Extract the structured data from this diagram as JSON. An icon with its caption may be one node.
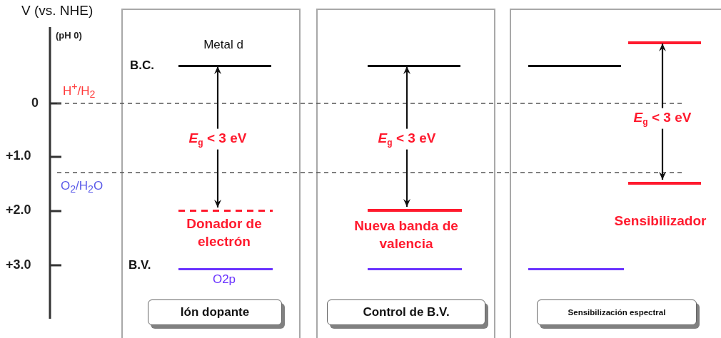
{
  "diagram": {
    "nodes": [
      {
        "text": [],
        "shape": "box"
      },
      {
        "text": [
          "Ión dopante"
        ],
        "in": 0
      },
      {
        "text": [],
        "shape": "bar",
        "in": 0,
        "beside": [
          "Metal d"
        ]
      },
      {
        "text": [],
        "shape": "bar",
        "in": 0,
        "beside": [
          "Donador de electrón"
        ]
      },
      {
        "text": [],
        "shape": "bar",
        "in": 0,
        "beside": [
          "O2p"
        ]
      },
      {
        "text": [],
        "shape": "box"
      },
      {
        "text": [
          "Control de B.V."
        ],
        "in": 5
      },
      {
        "text": [],
        "shape": "bar",
        "in": 5
      },
      {
        "text": [],
        "shape": "bar",
        "in": 5,
        "beside": [
          "Nueva banda de valencia"
        ]
      },
      {
        "text": [],
        "shape": "bar",
        "in": 5
      },
      {
        "text": [],
        "shape": "box"
      },
      {
        "text": [
          "Sensibilización espectral"
        ],
        "in": 10
      },
      {
        "text": [],
        "shape": "bar",
        "in": 10
      },
      {
        "text": [],
        "shape": "bar",
        "in": 10
      },
      {
        "text": [],
        "shape": "bar",
        "in": 10,
        "beside": [
          "Sensibilizador"
        ]
      },
      {
        "text": [],
        "shape": "bar",
        "in": 10
      }
    ],
    "edges": [
      {
        "from": 2,
        "to": 3,
        "arrow": "both",
        "label": "*E*$_{g}$ < 3 eV"
      },
      {
        "from": 7,
        "to": 8,
        "arrow": "both",
        "label": "*E*$_{g}$ < 3 eV"
      },
      {
        "from": 13,
        "to": 14,
        "arrow": "both",
        "label": "*E*$_{g}$ < 3 eV"
      }
    ],
    "labels": [
      "V (vs. NHE)",
      "(pH 0)",
      "B.C.",
      "H$^{+}$/H$_{2}$",
      "0",
      "+1.0",
      "O$_{2}$/H$_{2}$O",
      "+2.0",
      "B.V.",
      "+3.0"
    ]
  }
}
